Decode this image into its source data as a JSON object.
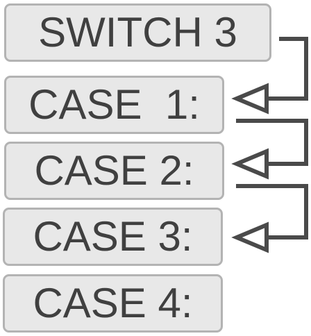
{
  "diagram": {
    "blocks": [
      {
        "id": "switch",
        "label": "SWITCH 3"
      },
      {
        "id": "case1",
        "label": "CASE  1:"
      },
      {
        "id": "case2",
        "label": "CASE 2:"
      },
      {
        "id": "case3",
        "label": "CASE 3:"
      },
      {
        "id": "case4",
        "label": "CASE 4:"
      }
    ],
    "connections": [
      {
        "from": "switch",
        "to": "case1"
      },
      {
        "from": "case1",
        "to": "case2"
      },
      {
        "from": "case2",
        "to": "case3"
      }
    ],
    "colors": {
      "block_fill": "#e8e8e8",
      "block_border": "#b3b3b3",
      "text": "#404040",
      "arrow": "#4a4a4a"
    }
  }
}
